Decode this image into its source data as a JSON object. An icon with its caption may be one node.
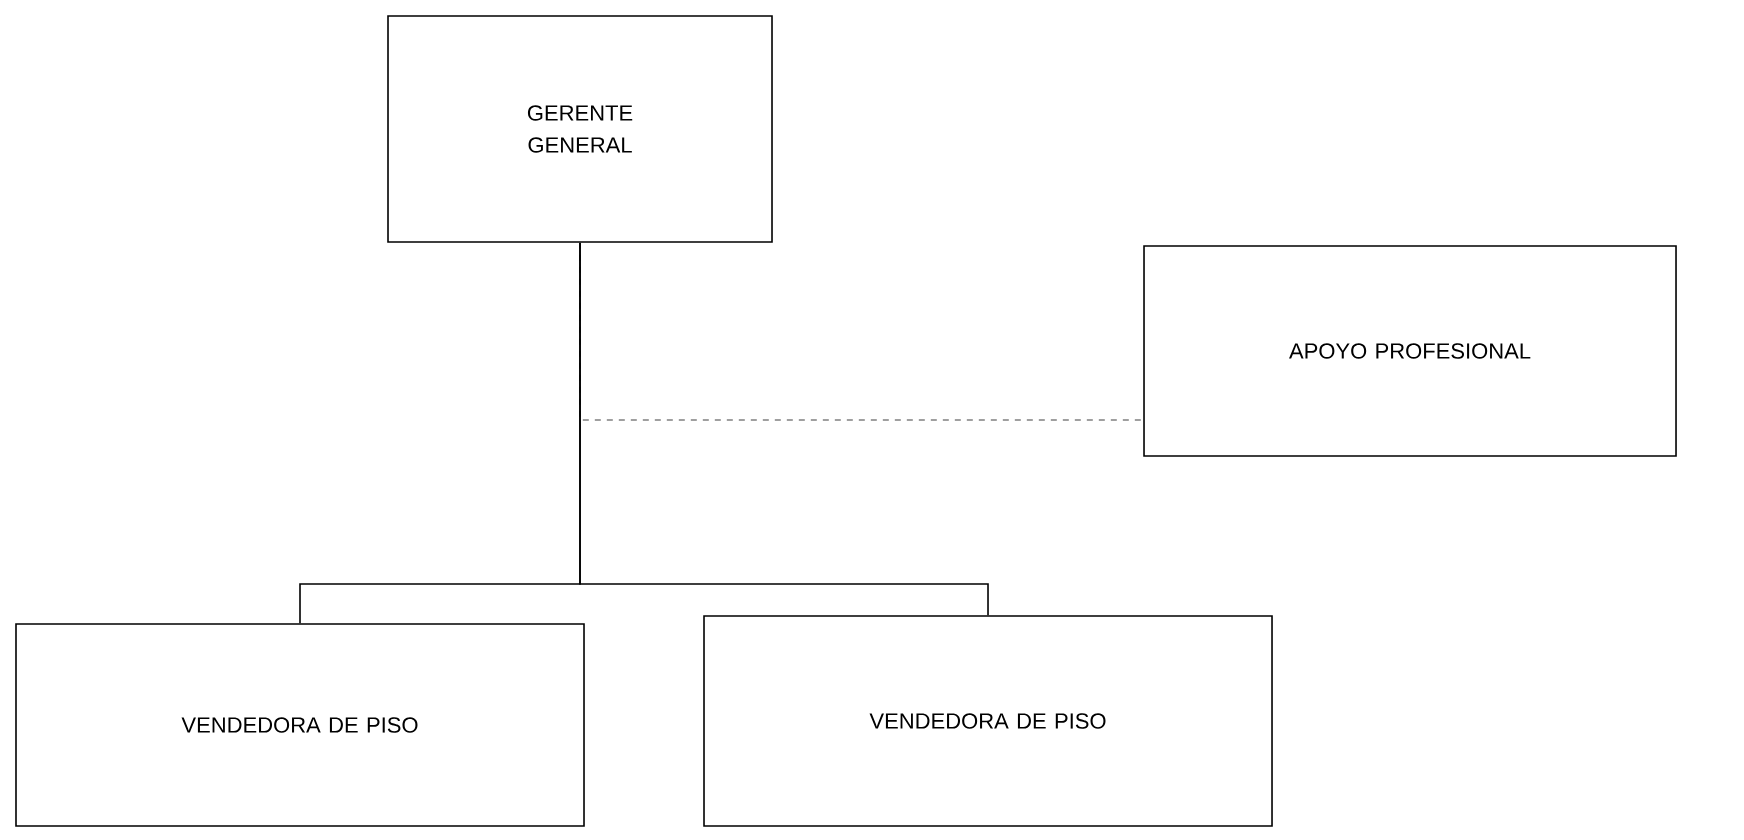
{
  "diagram": {
    "nodes": [
      {
        "text": [
          "GERENTE GENERAL"
        ]
      },
      {
        "text": [
          "APOYO PROFESIONAL"
        ]
      },
      {
        "text": [
          "VENDEDORA DE PISO"
        ]
      },
      {
        "text": [
          "VENDEDORA DE PISO"
        ]
      }
    ],
    "edges": [
      {
        "from": 0,
        "to": 1,
        "arrow": "none",
        "style": "dashed",
        "color": "#808080"
      },
      {
        "from": 0,
        "to": 2,
        "arrow": "none"
      },
      {
        "from": 0,
        "to": 3,
        "arrow": "none"
      }
    ]
  }
}
